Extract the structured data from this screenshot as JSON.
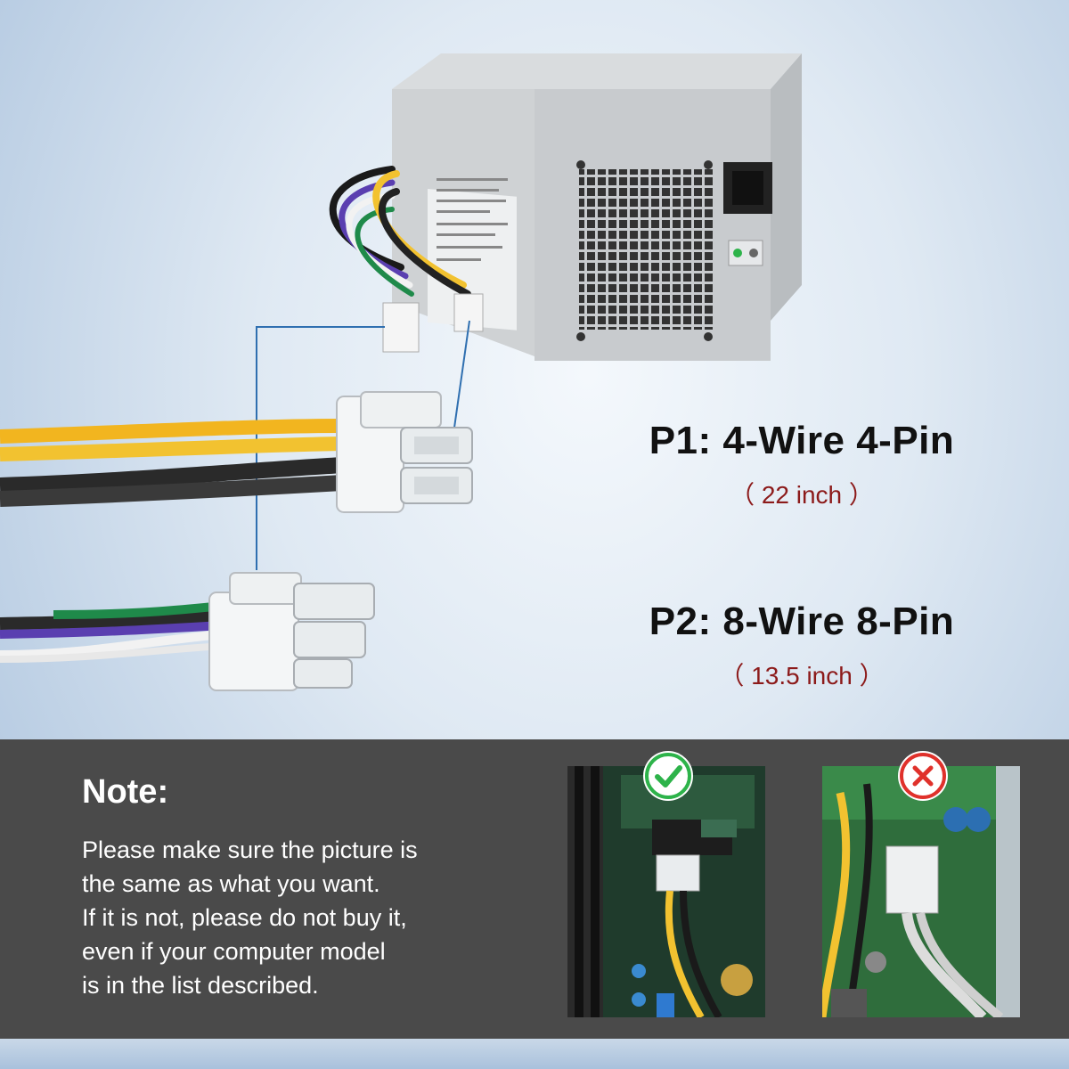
{
  "product": {
    "connectors": [
      {
        "title": "P1: 4-Wire 4-Pin",
        "length": "（ 22 inch ）"
      },
      {
        "title": "P2: 8-Wire 8-Pin",
        "length": "（ 13.5 inch ）"
      }
    ]
  },
  "note": {
    "heading": "Note:",
    "lines": [
      "Please make sure the picture is",
      "the same as what you want.",
      "If it is not, please do not buy it,",
      "even if your computer model",
      "is in the list described."
    ]
  },
  "examples": [
    {
      "status": "correct",
      "icon": "checkmark-icon",
      "color": "#2db34a"
    },
    {
      "status": "incorrect",
      "icon": "cross-icon",
      "color": "#e0312b"
    }
  ],
  "colors": {
    "accent_red": "#8c1a1a",
    "panel": "#4a4a4a",
    "leader_line": "#2f6fb0"
  }
}
